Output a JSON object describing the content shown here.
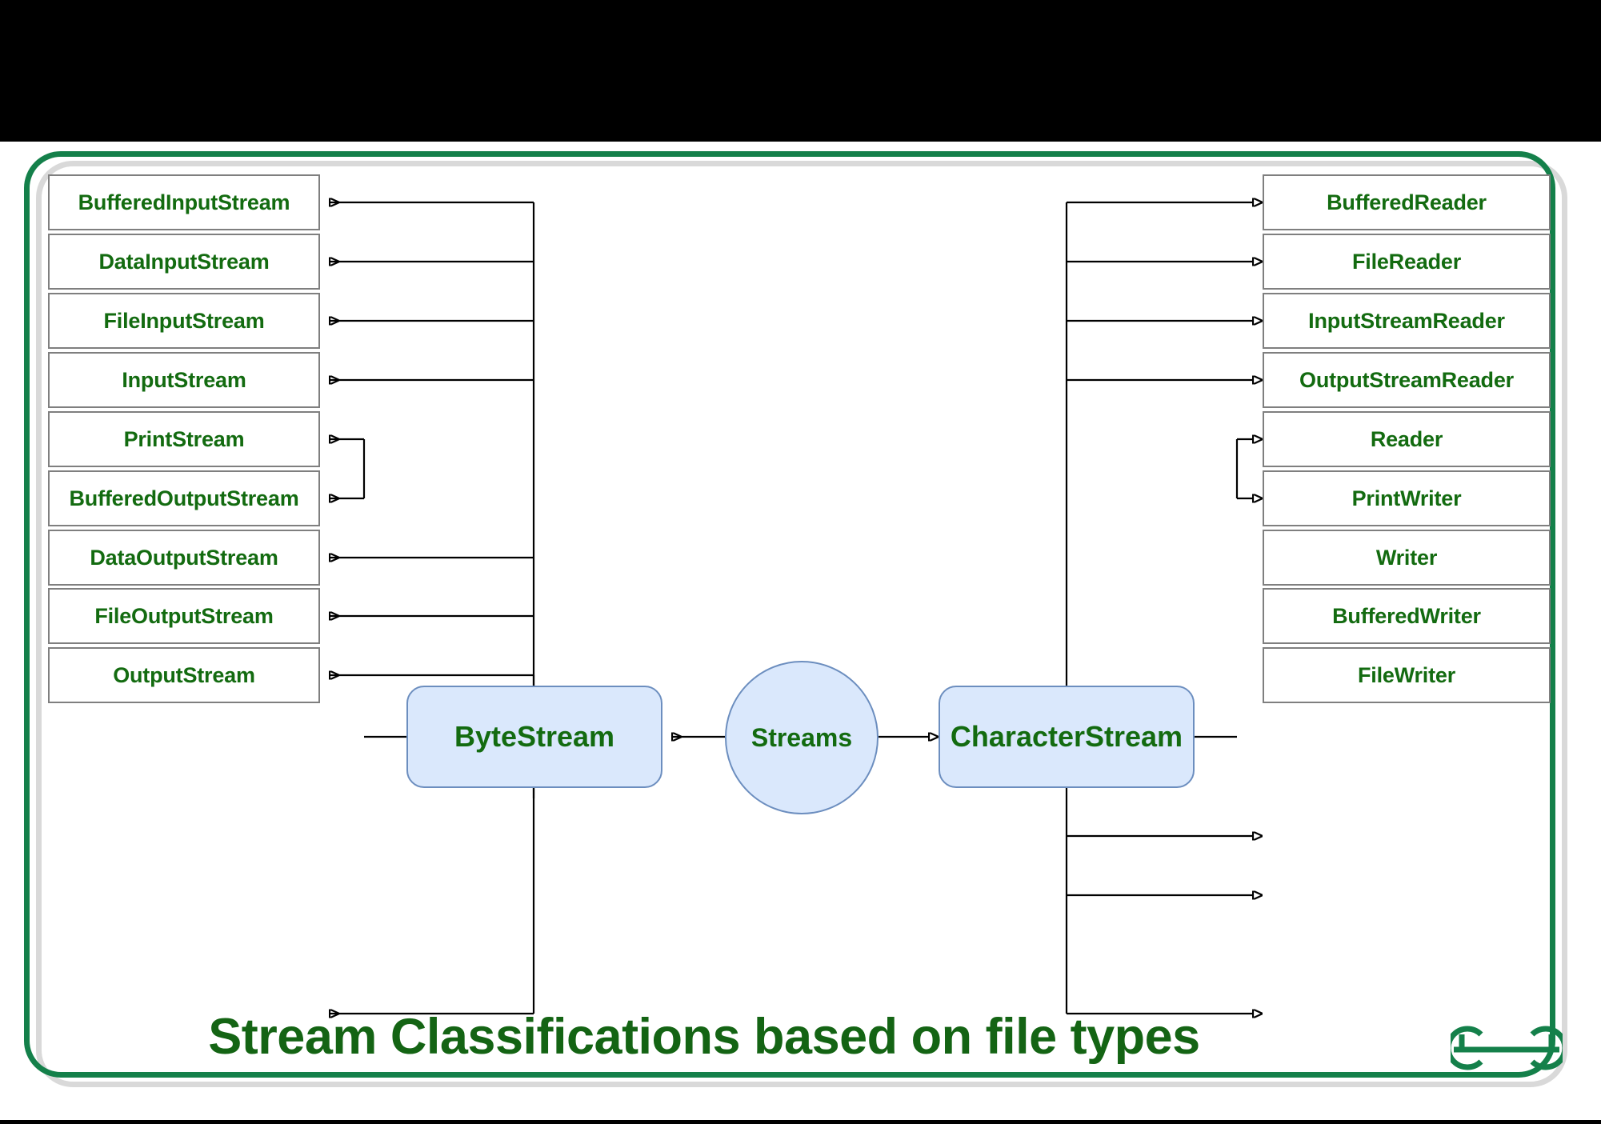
{
  "slide": {
    "title": "Stream Classifications based on file types",
    "logo_name": "geeksforgeeks-logo",
    "frame_color": "#14804a",
    "accent_text_color": "#136b10",
    "hub_fill_color": "#dae8fc",
    "hub_border_color": "#6c8ebf",
    "leaf_border_color": "#7f7f7f",
    "connector_color": "#000000"
  },
  "root": {
    "label": "Streams",
    "shape": "circle"
  },
  "branches": [
    {
      "id": "byte-stream",
      "label": "ByteStream",
      "shape": "rounded-rect",
      "side": "left",
      "arrow_direction": "right-to-left",
      "children": [
        {
          "label": "BufferedInputStream"
        },
        {
          "label": "DataInputStream"
        },
        {
          "label": "FileInputStream"
        },
        {
          "label": "InputStream"
        },
        {
          "label": "PrintStream"
        },
        {
          "label": "BufferedOutputStream"
        },
        {
          "label": "DataOutputStream"
        },
        {
          "label": "FileOutputStream"
        },
        {
          "label": "OutputStream"
        }
      ]
    },
    {
      "id": "character-stream",
      "label": "CharacterStream",
      "shape": "rounded-rect",
      "side": "right",
      "arrow_direction": "left-to-right",
      "children": [
        {
          "label": "BufferedReader"
        },
        {
          "label": "FileReader"
        },
        {
          "label": "InputStreamReader"
        },
        {
          "label": "OutputStreamReader"
        },
        {
          "label": "Reader"
        },
        {
          "label": "PrintWriter"
        },
        {
          "label": "Writer"
        },
        {
          "label": "BufferedWriter"
        },
        {
          "label": "FileWriter"
        }
      ]
    }
  ]
}
